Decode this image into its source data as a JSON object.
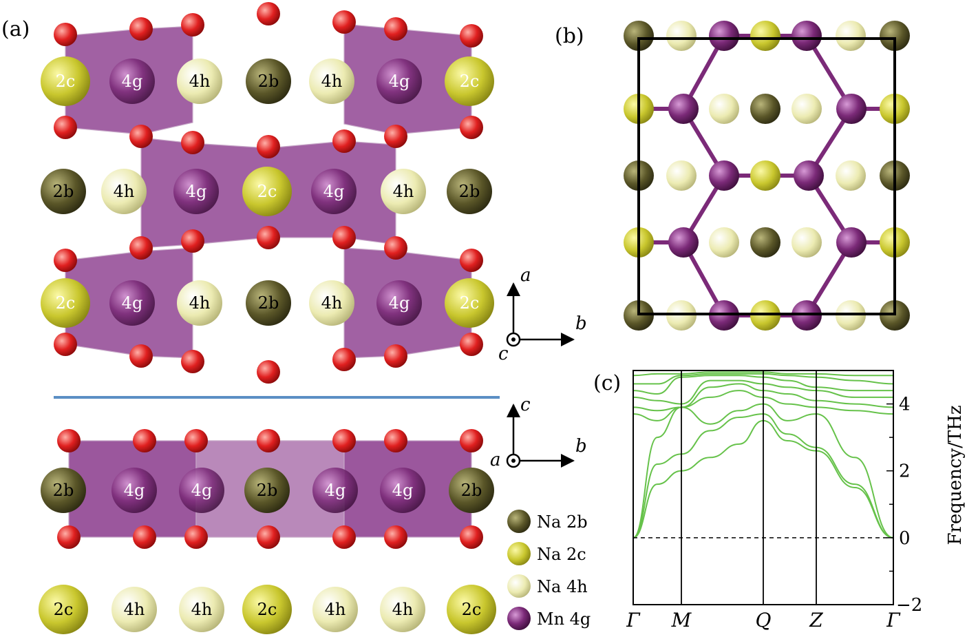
{
  "panels": {
    "a": "(a)",
    "b": "(b)",
    "c": "(c)"
  },
  "colors": {
    "na2b": "#5a5628",
    "na2c": "#c9c72e",
    "na4h": "#ecebb2",
    "mn4g": "#7b2a78",
    "oxygen": "#e02020",
    "polyhedron": "#8a3a8c",
    "separator": "#5b8fc4",
    "band": "#66c24a"
  },
  "top_view": {
    "rows": [
      {
        "labels": [
          "2c",
          "4g",
          "4h",
          "2b",
          "4h",
          "4g",
          "2c"
        ],
        "types": [
          "na2c",
          "mn4g",
          "na4h",
          "na2b",
          "na4h",
          "mn4g",
          "na2c"
        ]
      },
      {
        "labels": [
          "2b",
          "4h",
          "4g",
          "2c",
          "4g",
          "4h",
          "2b"
        ],
        "types": [
          "na2b",
          "na4h",
          "mn4g",
          "na2c",
          "mn4g",
          "na4h",
          "na2b"
        ]
      },
      {
        "labels": [
          "2c",
          "4g",
          "4h",
          "2b",
          "4h",
          "4g",
          "2c"
        ],
        "types": [
          "na2c",
          "mn4g",
          "na4h",
          "na2b",
          "na4h",
          "mn4g",
          "na2c"
        ]
      }
    ],
    "axes": {
      "up": "a",
      "right": "b",
      "out": "c"
    }
  },
  "side_view": {
    "row_upper": {
      "labels": [
        "2b",
        "4g",
        "4g",
        "2b",
        "4g",
        "4g",
        "2b"
      ],
      "types": [
        "na2b",
        "mn4g",
        "mn4g",
        "na2b",
        "mn4g",
        "mn4g",
        "na2b"
      ]
    },
    "row_lower": {
      "labels": [
        "2c",
        "4h",
        "4h",
        "2c",
        "4h",
        "4h",
        "2c"
      ],
      "types": [
        "na2c",
        "na4h",
        "na4h",
        "na2c",
        "na4h",
        "na4h",
        "na2c"
      ]
    },
    "axes": {
      "up": "c",
      "right": "b",
      "out": "a"
    }
  },
  "legend": [
    {
      "label": "Na 2b",
      "color": "#5a5628"
    },
    {
      "label": "Na 2c",
      "color": "#c9c72e"
    },
    {
      "label": "Na 4h",
      "color": "#ecebb2"
    },
    {
      "label": "Mn 4g",
      "color": "#7b2a78"
    }
  ],
  "chart_data": {
    "type": "line",
    "title": "",
    "xlabel": "",
    "ylabel": "Frequency/THz",
    "ylim": [
      -2,
      5
    ],
    "yticks": [
      4,
      2,
      0,
      -2
    ],
    "yticks_labels": [
      "4",
      "2",
      "0",
      "−2"
    ],
    "x_kpoints": [
      "Γ",
      "M",
      "Q",
      "Z",
      "Γ"
    ],
    "x_kpoint_positions": [
      0,
      1,
      2.7,
      3.8,
      5.4
    ],
    "series": [
      {
        "values": [
          [
            0,
            0
          ],
          [
            0.5,
            1.6
          ],
          [
            1,
            2.0
          ],
          [
            1.6,
            2.4
          ],
          [
            2.2,
            2.8
          ],
          [
            2.7,
            3.5
          ],
          [
            3.2,
            2.9
          ],
          [
            3.8,
            2.6
          ],
          [
            4.6,
            1.5
          ],
          [
            5.4,
            0
          ]
        ]
      },
      {
        "values": [
          [
            0,
            0
          ],
          [
            0.5,
            2.2
          ],
          [
            1,
            2.5
          ],
          [
            1.6,
            3.2
          ],
          [
            2.2,
            3.6
          ],
          [
            2.7,
            3.7
          ],
          [
            3.2,
            3.1
          ],
          [
            3.8,
            2.7
          ],
          [
            4.6,
            1.6
          ],
          [
            5.4,
            0
          ]
        ]
      },
      {
        "values": [
          [
            0,
            0
          ],
          [
            0.5,
            3.0
          ],
          [
            1,
            3.9
          ],
          [
            1.6,
            3.4
          ],
          [
            2.2,
            3.8
          ],
          [
            2.7,
            4.0
          ],
          [
            3.2,
            3.5
          ],
          [
            3.8,
            3.7
          ],
          [
            4.6,
            2.4
          ],
          [
            5.4,
            0
          ]
        ]
      },
      {
        "values": [
          [
            0,
            3.7
          ],
          [
            0.5,
            3.5
          ],
          [
            1,
            3.9
          ],
          [
            1.6,
            4.2
          ],
          [
            2.2,
            4.4
          ],
          [
            2.7,
            4.2
          ],
          [
            3.2,
            4.0
          ],
          [
            3.8,
            3.9
          ],
          [
            4.6,
            3.8
          ],
          [
            5.4,
            3.7
          ]
        ]
      },
      {
        "values": [
          [
            0,
            3.9
          ],
          [
            0.5,
            3.8
          ],
          [
            1,
            3.9
          ],
          [
            1.6,
            4.5
          ],
          [
            2.2,
            4.6
          ],
          [
            2.7,
            4.4
          ],
          [
            3.2,
            4.3
          ],
          [
            3.8,
            4.1
          ],
          [
            4.6,
            4.0
          ],
          [
            5.4,
            3.9
          ]
        ]
      },
      {
        "values": [
          [
            0,
            4.2
          ],
          [
            0.5,
            4.1
          ],
          [
            1,
            4.0
          ],
          [
            1.6,
            4.7
          ],
          [
            2.2,
            4.7
          ],
          [
            2.7,
            4.6
          ],
          [
            3.2,
            4.5
          ],
          [
            3.8,
            4.4
          ],
          [
            4.6,
            4.2
          ],
          [
            5.4,
            4.2
          ]
        ]
      },
      {
        "values": [
          [
            0,
            4.4
          ],
          [
            0.5,
            4.3
          ],
          [
            1,
            4.8
          ],
          [
            1.6,
            4.85
          ],
          [
            2.2,
            4.85
          ],
          [
            2.7,
            4.8
          ],
          [
            3.2,
            4.7
          ],
          [
            3.8,
            4.5
          ],
          [
            4.6,
            4.4
          ],
          [
            5.4,
            4.4
          ]
        ]
      },
      {
        "values": [
          [
            0,
            4.6
          ],
          [
            0.5,
            4.6
          ],
          [
            1,
            4.85
          ],
          [
            1.6,
            4.9
          ],
          [
            2.2,
            4.9
          ],
          [
            2.7,
            4.9
          ],
          [
            3.2,
            4.85
          ],
          [
            3.8,
            4.8
          ],
          [
            4.6,
            4.7
          ],
          [
            5.4,
            4.6
          ]
        ]
      },
      {
        "values": [
          [
            0,
            4.85
          ],
          [
            0.5,
            4.9
          ],
          [
            1,
            4.9
          ],
          [
            1.6,
            4.95
          ],
          [
            2.2,
            4.95
          ],
          [
            2.7,
            4.95
          ],
          [
            3.2,
            4.9
          ],
          [
            3.8,
            4.9
          ],
          [
            4.6,
            4.85
          ],
          [
            5.4,
            4.85
          ]
        ]
      }
    ],
    "zero_line": "dashed"
  }
}
